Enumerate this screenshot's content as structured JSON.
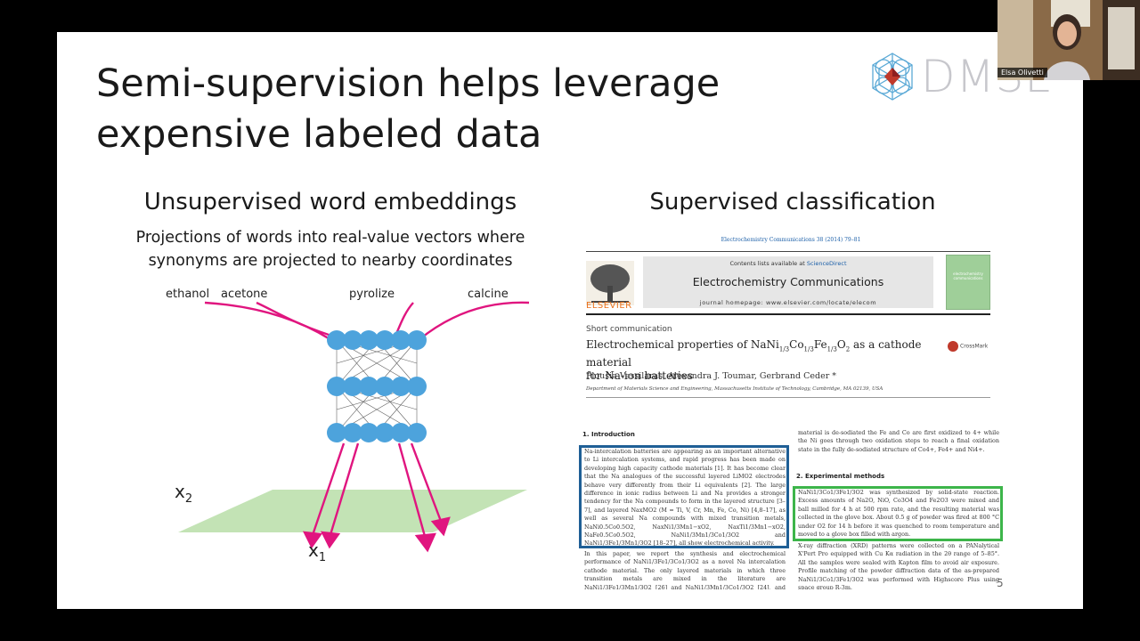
{
  "slide": {
    "title_line1": "Semi-supervision helps leverage",
    "title_line2": "expensive labeled data",
    "logo_text": "DMSE",
    "page_number": "5"
  },
  "left": {
    "heading": "Unsupervised word embeddings",
    "subtitle": "Projections of words into real-value vectors where synonyms are projected to nearby coordinates",
    "words": [
      "ethanol",
      "acetone",
      "pyrolize",
      "calcine"
    ],
    "axis_x": "x",
    "axis_x_sub": "1",
    "axis_y": "x",
    "axis_y_sub": "2"
  },
  "right": {
    "heading": "Supervised classification"
  },
  "paper": {
    "journal_line": "Electrochemistry Communications 38 (2014) 79–81",
    "contents_prefix": "Contents lists available at",
    "contents_link": "ScienceDirect",
    "journal_title": "Electrochemistry Communications",
    "homepage": "journal homepage: www.elsevier.com/locate/elecom",
    "publisher": "ELSEVIER",
    "cover_text": "electrochemistry communications",
    "article_type": "Short communication",
    "title_a": "Electrochemical properties of NaNi",
    "title_s1": "1/3",
    "title_b": "Co",
    "title_s2": "1/3",
    "title_c": "Fe",
    "title_s3": "1/3",
    "title_d": "O",
    "title_s4": "2",
    "title_e": " as a cathode material",
    "title_line2": "for Na-ion batteries",
    "crossmark": "CrossMark",
    "authors": "Plousia Vassilaras, Alexandra J. Toumar, Gerbrand Ceder *",
    "affiliation": "Department of Materials Science and Engineering, Massachusetts Institute of Technology, Cambridge, MA 02139, USA",
    "sec1": "1. Introduction",
    "intro_text": "Na-intercalation batteries are appearing as an important alternative to Li intercalation systems, and rapid progress has been made on developing high capacity cathode materials [1]. It has become clear that the Na analogues of the successful layered LiMO2 electrodes behave very differently from their Li equivalents [2]. The large difference in ionic radius between Li and Na provides a stronger tendency for the Na compounds to form in the layered structure [3–7], and layered NaxMO2 (M = Ti, V, Cr, Mn, Fe, Co, Ni) [4,8–17], as well as several Na compounds with mixed transition metals, NaNi0.5Co0.5O2, NaxNi1/3Mn1−xO2, NaxTi1/3Mn1−xO2, NaFe0.5Co0.5O2, NaNi1/3Mn1/3Co1/3O2 and NaNi1/3Fe1/3Mn1/3O2 [18–27], all show electrochemical activity.",
    "intro_text2": "In this paper, we report the synthesis and electrochemical performance of NaNi1/3Fe1/3Co1/3O2 as a novel Na intercalation cathode material. The only layered materials in which three transition metals are mixed in the literature are NaNi1/3Fe1/3Mn1/3O2 [26] and NaNi1/3Mn1/3Co1/3O2 [24], and their capacity is limited to about",
    "right_text1": "material is de-sodiated the Fe and Co are first oxidized to 4+ while the Ni goes through two oxidation steps to reach a final oxidation state in the fully de-sodiated structure of Co4+, Fe4+ and Ni4+.",
    "sec2": "2. Experimental methods",
    "exp_text": "NaNi1/3Co1/3Fe1/3O2 was synthesized by solid-state reaction. Excess amounts of Na2O, NiO, Co3O4 and Fe2O3 were mixed and ball milled for 4 h at 500 rpm rate, and the resulting material was collected in the glove box. About 0.5 g of powder was fired at 800 °C under O2 for 14 h before it was quenched to room temperature and moved to a glove box filled with argon.",
    "exp_text2": "X-ray diffraction (XRD) patterns were collected on a PANalytical X'Pert Pro equipped with Cu Kα radiation in the 2θ range of 5–85°. All the samples were sealed with Kapton film to avoid air exposure. Profile matching of the powder diffraction data of the as-prepared NaNi1/3Co1/3Fe1/3O2 was performed with Highscore Plus using space group R-3m."
  },
  "webcam": {
    "name": "Elsa Olivetti"
  },
  "colors": {
    "arrow": "#e0157f",
    "node": "#4da3dc",
    "plane": "#b9dea8",
    "blue_box": "#1f5f96",
    "green_box": "#3db54a",
    "logo_red": "#c0392b",
    "logo_blue": "#5aa9d6"
  }
}
